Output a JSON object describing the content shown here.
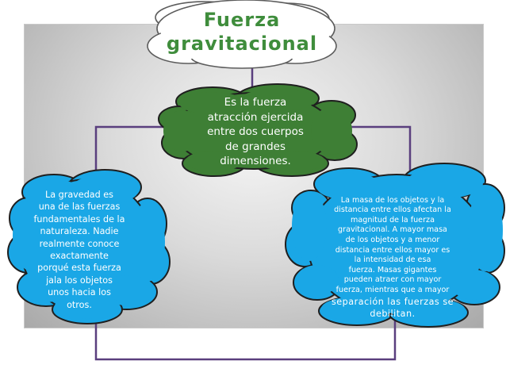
{
  "title": "Fuerza\ngravitacional",
  "center": {
    "text": "Es la fuerza\natracción ejercida\nentre dos cuerpos\nde grandes\ndimensiones."
  },
  "left": {
    "text": "La gravedad es\nuna de las fuerzas\nfundamentales de la\nnaturaleza.  Nadie\nrealmente conoce\nexactamente\nporqué esta fuerza\njala los objetos\nunos hacia los\notros."
  },
  "right": {
    "text_main": "La masa de los objetos y la\ndistancia entre ellos afectan la\nmagnitud de la fuerza\ngravitacional.  A mayor masa\nde los objetos y a menor\ndistancia entre ellos mayor es\nla intensidad de esa\nfuerza.  Masas gigantes\npueden atraer con mayor\nfuerza, mientras que a mayor",
    "text_tail": "separación las fuerzas se\ndebilitan."
  },
  "colors": {
    "title_cloud": "#ffffff",
    "title_text": "#3f8d3c",
    "center_cloud": "#3e7f35",
    "side_cloud": "#1aa7e6",
    "connector": "#5a3f7e"
  }
}
